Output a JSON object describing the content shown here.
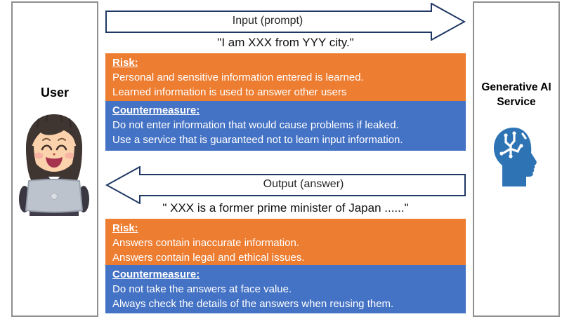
{
  "left_panel": {
    "label": "User"
  },
  "right_panel": {
    "label_lines": [
      "Generative AI",
      "Service"
    ]
  },
  "flow": {
    "input": {
      "arrow_label": "Input (prompt)",
      "quote": "\"I am XXX from YYY city.\"",
      "risk": {
        "heading": "Risk:",
        "lines": [
          "Personal and sensitive information entered is learned.",
          "Learned information is used to answer other users"
        ]
      },
      "countermeasure": {
        "heading": "Countermeasure:",
        "lines": [
          "Do not enter information that would cause problems if leaked.",
          "Use a service that is guaranteed not to learn input information."
        ]
      }
    },
    "output": {
      "arrow_label": "Output (answer)",
      "quote": "\" XXX is a former prime minister of Japan ......\"",
      "risk": {
        "heading": "Risk:",
        "lines": [
          "Answers contain inaccurate information.",
          "Answers contain legal and ethical issues."
        ]
      },
      "countermeasure": {
        "heading": "Countermeasure:",
        "lines": [
          "Do not take the answers at face value.",
          "Always check the details of the answers when reusing them."
        ]
      }
    }
  },
  "icons": {
    "user_illustration": "woman-at-laptop-illustration",
    "ai_head": "ai-circuit-head-icon"
  },
  "colors": {
    "risk_bg": "#ED7D31",
    "countermeasure_bg": "#4472C4",
    "arrow_border": "#1F3864",
    "panel_border": "#8F8F8F",
    "ai_icon_blue": "#2E74B5"
  }
}
